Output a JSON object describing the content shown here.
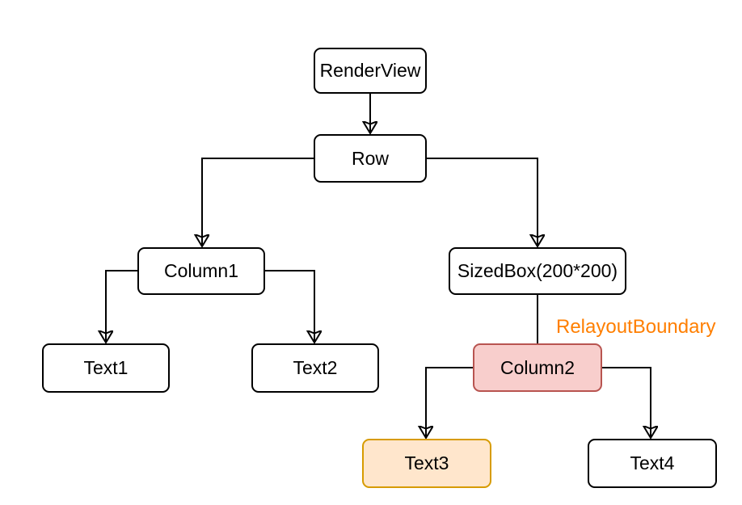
{
  "nodes": {
    "renderview": {
      "label": "RenderView",
      "fill": "#FFFFFF",
      "stroke": "#000000"
    },
    "row": {
      "label": "Row",
      "fill": "#FFFFFF",
      "stroke": "#000000"
    },
    "column1": {
      "label": "Column1",
      "fill": "#FFFFFF",
      "stroke": "#000000"
    },
    "sizedbox": {
      "label": "SizedBox(200*200)",
      "fill": "#FFFFFF",
      "stroke": "#000000"
    },
    "text1": {
      "label": "Text1",
      "fill": "#FFFFFF",
      "stroke": "#000000"
    },
    "text2": {
      "label": "Text2",
      "fill": "#FFFFFF",
      "stroke": "#000000"
    },
    "column2": {
      "label": "Column2",
      "fill": "#F8CECC",
      "stroke": "#B85450"
    },
    "text3": {
      "label": "Text3",
      "fill": "#FFE6CC",
      "stroke": "#D79B00"
    },
    "text4": {
      "label": "Text4",
      "fill": "#FFFFFF",
      "stroke": "#000000"
    }
  },
  "annotations": {
    "relayout_boundary": {
      "text": "RelayoutBoundary",
      "color": "#FF7F00"
    }
  },
  "edges": [
    {
      "from": "renderview",
      "to": "row",
      "arrow": true
    },
    {
      "from": "row",
      "to": "column1",
      "arrow": true
    },
    {
      "from": "row",
      "to": "sizedbox",
      "arrow": true
    },
    {
      "from": "column1",
      "to": "text1",
      "arrow": true
    },
    {
      "from": "column1",
      "to": "text2",
      "arrow": true
    },
    {
      "from": "sizedbox",
      "to": "column2",
      "arrow": false
    },
    {
      "from": "column2",
      "to": "text3",
      "arrow": true
    },
    {
      "from": "column2",
      "to": "text4",
      "arrow": true
    }
  ],
  "colors": {
    "edge": "#000000",
    "default_node_fill": "#FFFFFF",
    "default_node_stroke": "#000000",
    "highlight_pink_fill": "#F8CECC",
    "highlight_pink_stroke": "#B85450",
    "highlight_orange_fill": "#FFE6CC",
    "highlight_orange_stroke": "#D79B00",
    "annotation_text": "#FF7F00"
  }
}
